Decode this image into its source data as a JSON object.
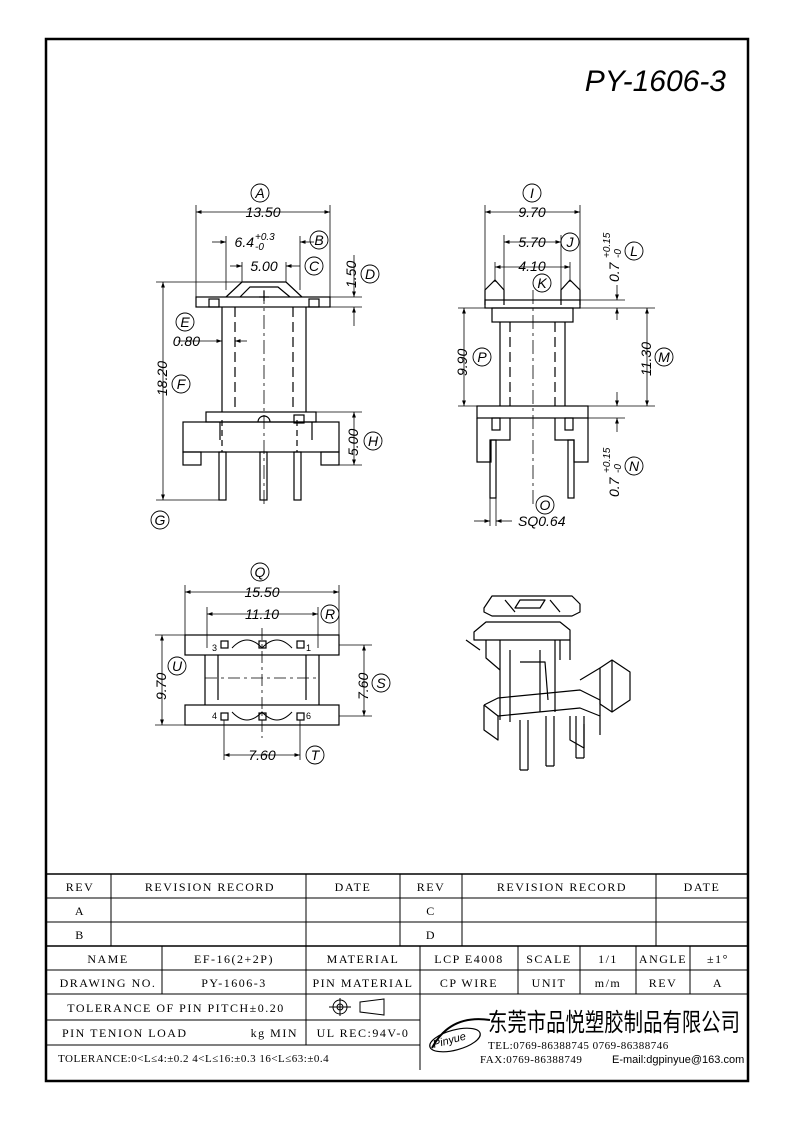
{
  "drawing": {
    "part_number": "PY-1606-3",
    "views": {
      "front": {
        "labels": {
          "A": "A",
          "B": "B",
          "C": "C",
          "D": "D",
          "E": "E",
          "F": "F",
          "G": "G",
          "H": "H"
        },
        "dims": {
          "a": "13.50",
          "b": "6.4",
          "b_tol_plus": "+0.3",
          "b_tol_minus": "-0",
          "c": "5.00",
          "d": "1.50",
          "e": "0.80",
          "f": "18.20",
          "h": "5.00"
        }
      },
      "side": {
        "labels": {
          "I": "I",
          "J": "J",
          "K": "K",
          "L": "L",
          "M": "M",
          "N": "N",
          "O": "O",
          "P": "P"
        },
        "dims": {
          "i": "9.70",
          "j": "5.70",
          "k": "4.10",
          "l": "0.7",
          "l_tol_plus": "+0.15",
          "l_tol_minus": "-0",
          "m": "11.30",
          "n": "0.7",
          "n_tol_plus": "+0.15",
          "n_tol_minus": "-0",
          "o": "SQ0.64",
          "p": "9.90"
        }
      },
      "bottom": {
        "labels": {
          "Q": "Q",
          "R": "R",
          "S": "S",
          "T": "T",
          "U": "U"
        },
        "dims": {
          "q": "15.50",
          "r": "11.10",
          "s": "7.60",
          "t": "7.60",
          "u": "9.70"
        },
        "pin_numbers": [
          "3",
          "1",
          "4",
          "6"
        ]
      }
    }
  },
  "revision_table": {
    "headers": {
      "rev": "REV",
      "record": "REVISION RECORD",
      "date": "DATE"
    },
    "rows_left": [
      "A",
      "B"
    ],
    "rows_right": [
      "C",
      "D"
    ]
  },
  "title_block": {
    "name_label": "NAME",
    "name_value": "EF-16(2+2P)",
    "material_label": "MATERIAL",
    "material_value": "LCP E4008",
    "scale_label": "SCALE",
    "scale_value": "1/1",
    "angle_label": "ANGLE",
    "angle_value": "±1°",
    "drawing_no_label": "DRAWING NO.",
    "drawing_no_value": "PY-1606-3",
    "pin_material_label": "PIN MATERIAL",
    "pin_material_value": "CP WIRE",
    "unit_label": "UNIT",
    "unit_value": "m/m",
    "rev_label": "REV",
    "rev_value": "A",
    "tolerance_pitch": "TOLERANCE OF PIN PITCH±0.20",
    "pin_tension": "PIN TENION LOAD",
    "pin_tension_unit": "kg MIN",
    "ul": "UL REC:94V-0",
    "tolerance": "TOLERANCE:0<L≤4:±0.2  4<L≤16:±0.3  16<L≤63:±0.4",
    "logo_text": "Pinyue",
    "company": "东莞市品悦塑胶制品有限公司",
    "tel": "TEL:0769-86388745  0769-86388746",
    "fax": "FAX:0769-86388749",
    "email": "E-mail:dgpinyue@163.com"
  }
}
